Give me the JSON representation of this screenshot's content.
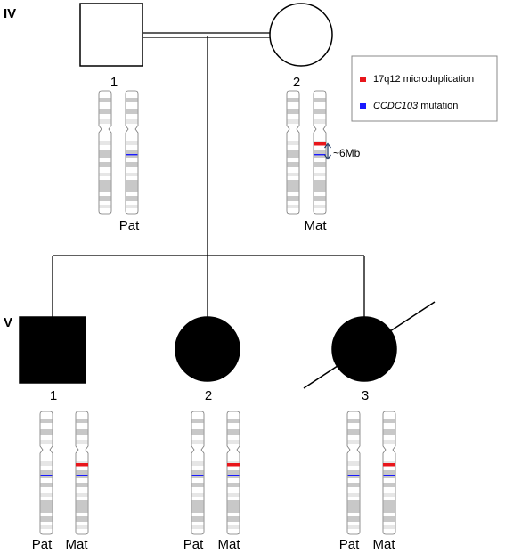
{
  "generations": [
    {
      "id": "IV",
      "label": "IV"
    },
    {
      "id": "V",
      "label": "V"
    }
  ],
  "individuals": [
    {
      "id": "IV-1",
      "number": "1",
      "sex": "male",
      "affected": false,
      "deceased": false,
      "chromosomes": [
        {
          "label": "Pat",
          "microduplication": false,
          "mutation": false
        },
        {
          "label": "",
          "microduplication": false,
          "mutation": true
        }
      ]
    },
    {
      "id": "IV-2",
      "number": "2",
      "sex": "female",
      "affected": false,
      "deceased": false,
      "chromosomes": [
        {
          "label": "",
          "microduplication": false,
          "mutation": false
        },
        {
          "label": "Mat",
          "microduplication": true,
          "mutation": true
        }
      ]
    },
    {
      "id": "V-1",
      "number": "1",
      "sex": "male",
      "affected": true,
      "deceased": false,
      "chromosomes": [
        {
          "label": "Pat",
          "microduplication": false,
          "mutation": true
        },
        {
          "label": "Mat",
          "microduplication": true,
          "mutation": true
        }
      ]
    },
    {
      "id": "V-2",
      "number": "2",
      "sex": "female",
      "affected": true,
      "deceased": false,
      "chromosomes": [
        {
          "label": "Pat",
          "microduplication": false,
          "mutation": true
        },
        {
          "label": "Mat",
          "microduplication": true,
          "mutation": true
        }
      ]
    },
    {
      "id": "V-3",
      "number": "3",
      "sex": "female",
      "affected": true,
      "deceased": true,
      "chromosomes": [
        {
          "label": "Pat",
          "microduplication": false,
          "mutation": true
        },
        {
          "label": "Mat",
          "microduplication": true,
          "mutation": true
        }
      ]
    }
  ],
  "consanguineous_union": true,
  "size_annotation": "~6Mb",
  "legend": {
    "items": [
      {
        "key": "microduplication",
        "color": "#e8161b",
        "text": "17q12 microduplication",
        "italic_part": ""
      },
      {
        "key": "mutation",
        "color": "#1a1aff",
        "text": " mutation",
        "italic_part": "CCDC103"
      }
    ]
  },
  "colors": {
    "line": "#000000",
    "affected_fill": "#000000",
    "band_dark": "#c8c8c8",
    "band_light": "#e6e6e6",
    "chrom_outline": "#777777",
    "arrow": "#1f3864"
  }
}
